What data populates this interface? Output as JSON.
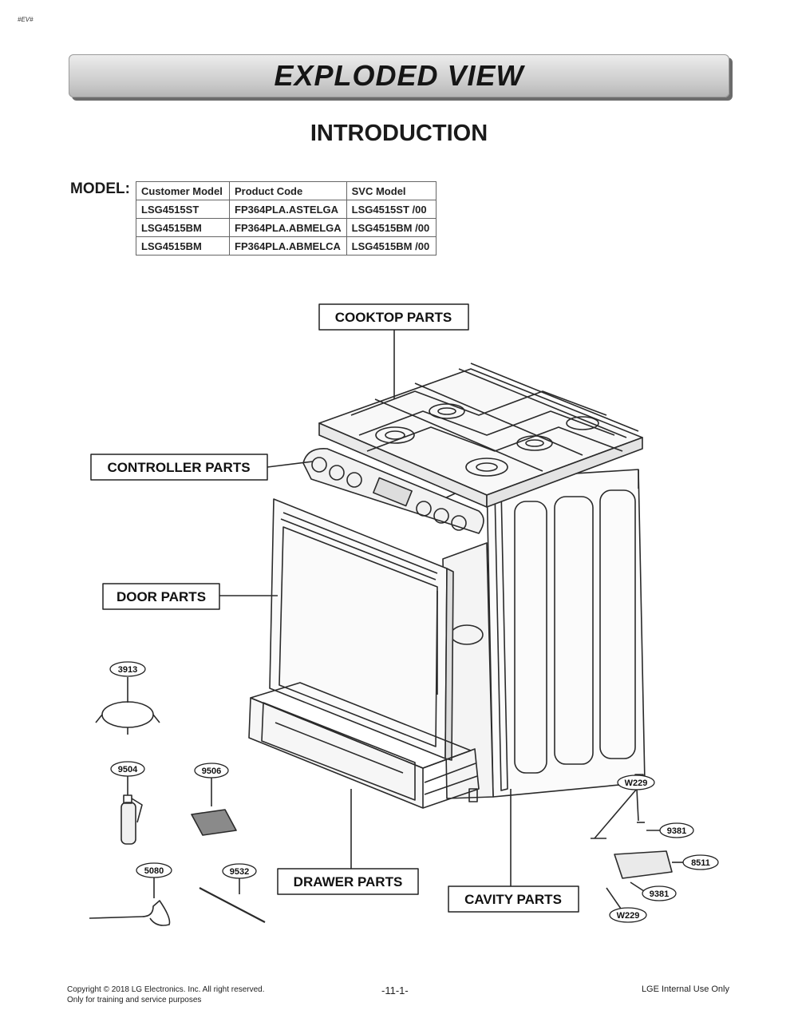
{
  "page_tag": "#EV#",
  "banner_title": "EXPLODED VIEW",
  "section_title": "INTRODUCTION",
  "model_label": "MODEL:",
  "model_table": {
    "headers": [
      "Customer Model",
      "Product Code",
      "SVC Model"
    ],
    "rows": [
      [
        "LSG4515ST",
        "FP364PLA.ASTELGA",
        "LSG4515ST /00"
      ],
      [
        "LSG4515BM",
        "FP364PLA.ABMELGA",
        "LSG4515BM /00"
      ],
      [
        "LSG4515BM",
        "FP364PLA.ABMELCA",
        "LSG4515BM /00"
      ]
    ]
  },
  "part_groups": {
    "cooktop": "COOKTOP PARTS",
    "controller": "CONTROLLER PARTS",
    "door": "DOOR PARTS",
    "drawer": "DRAWER PARTS",
    "cavity": "CAVITY PARTS"
  },
  "callouts": {
    "c3913": "3913",
    "c9504": "9504",
    "c9506": "9506",
    "c5080": "5080",
    "c9532": "9532",
    "w229_top": "W229",
    "c9381_top": "9381",
    "c8511": "8511",
    "c9381_bottom": "9381",
    "w229_bottom": "W229"
  },
  "footer": {
    "copyright": "Copyright © 2018 LG Electronics. Inc. All right reserved.",
    "training": "Only for training and service purposes",
    "page_number": "-11-1-",
    "internal": "LGE Internal Use Only"
  }
}
